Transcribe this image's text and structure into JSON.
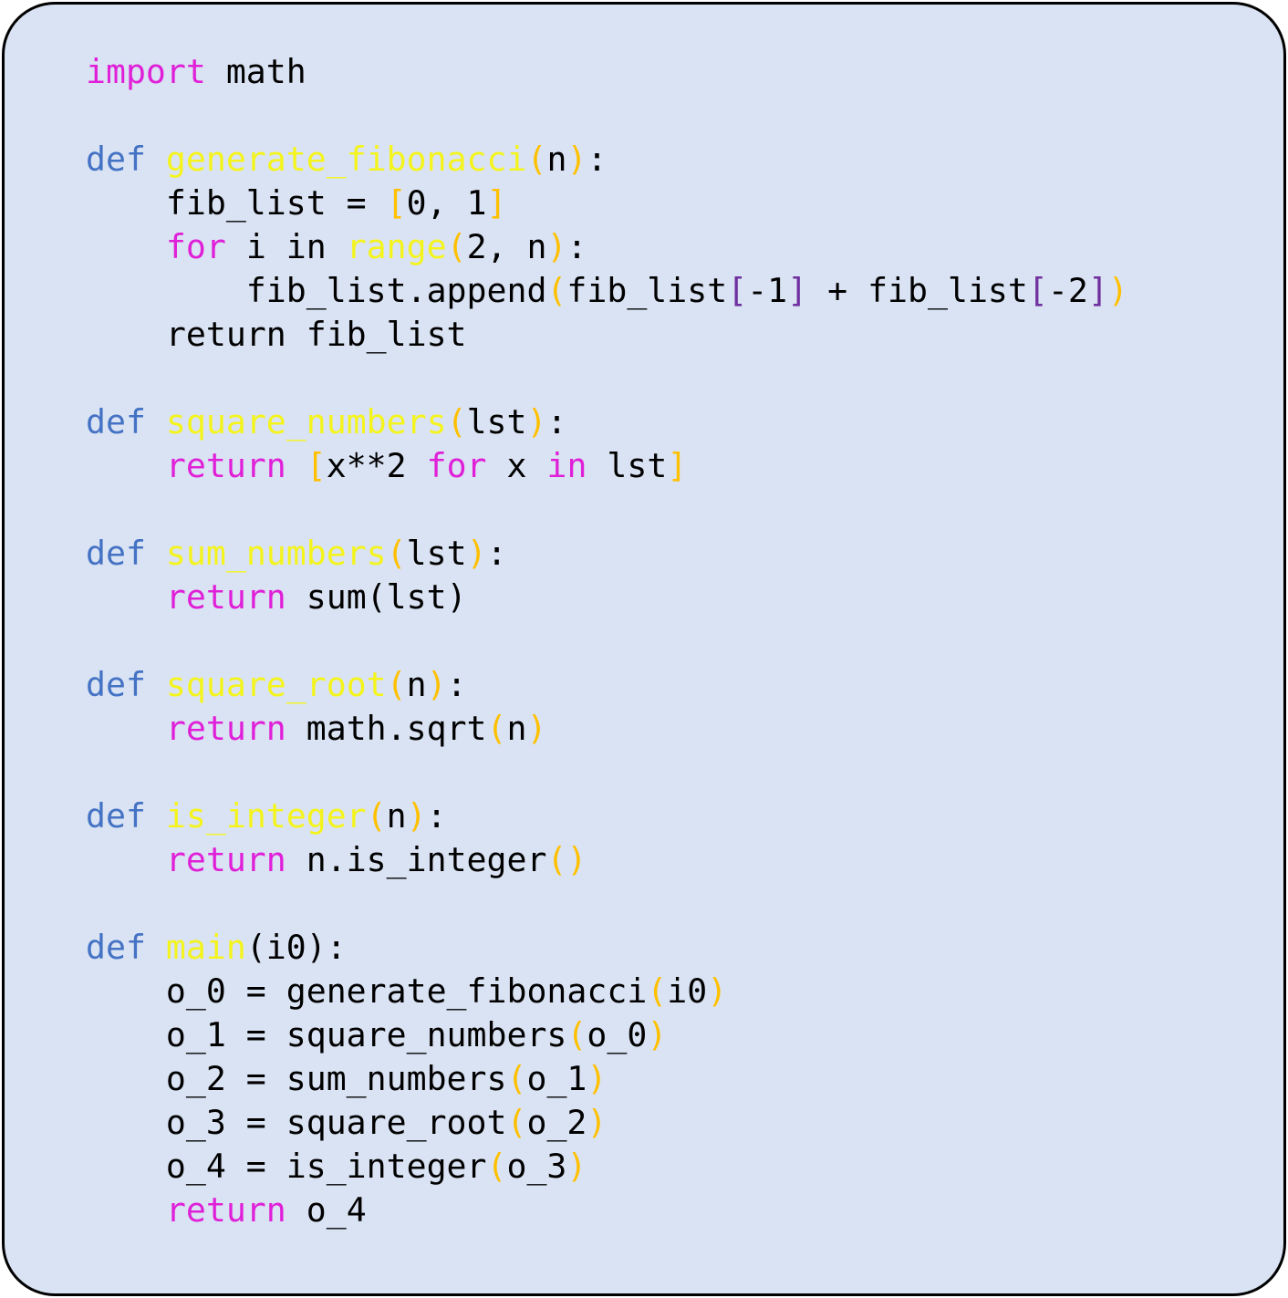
{
  "code_lines": [
    [
      {
        "t": "import",
        "c": "kw"
      },
      {
        "t": " math",
        "c": "pl"
      }
    ],
    [],
    [
      {
        "t": "def",
        "c": "def"
      },
      {
        "t": " ",
        "c": "pl"
      },
      {
        "t": "generate_fibonacci",
        "c": "fn"
      },
      {
        "t": "(",
        "c": "p1"
      },
      {
        "t": "n",
        "c": "pl"
      },
      {
        "t": ")",
        "c": "p1"
      },
      {
        "t": ":",
        "c": "pl"
      }
    ],
    [
      {
        "t": "    fib_list = ",
        "c": "pl"
      },
      {
        "t": "[",
        "c": "p1"
      },
      {
        "t": "0, 1",
        "c": "pl"
      },
      {
        "t": "]",
        "c": "p1"
      }
    ],
    [
      {
        "t": "    ",
        "c": "pl"
      },
      {
        "t": "for",
        "c": "kw"
      },
      {
        "t": " i in ",
        "c": "pl"
      },
      {
        "t": "range",
        "c": "fn"
      },
      {
        "t": "(",
        "c": "p1"
      },
      {
        "t": "2, n",
        "c": "pl"
      },
      {
        "t": ")",
        "c": "p1"
      },
      {
        "t": ":",
        "c": "pl"
      }
    ],
    [
      {
        "t": "        fib_list.append",
        "c": "pl"
      },
      {
        "t": "(",
        "c": "p1"
      },
      {
        "t": "fib_list",
        "c": "pl"
      },
      {
        "t": "[",
        "c": "p2"
      },
      {
        "t": "-1",
        "c": "pl"
      },
      {
        "t": "]",
        "c": "p2"
      },
      {
        "t": " + fib_list",
        "c": "pl"
      },
      {
        "t": "[",
        "c": "p2"
      },
      {
        "t": "-2",
        "c": "pl"
      },
      {
        "t": "]",
        "c": "p2"
      },
      {
        "t": ")",
        "c": "p1"
      }
    ],
    [
      {
        "t": "    return fib_list",
        "c": "pl"
      }
    ],
    [],
    [
      {
        "t": "def",
        "c": "def"
      },
      {
        "t": " ",
        "c": "pl"
      },
      {
        "t": "square_numbers",
        "c": "fn"
      },
      {
        "t": "(",
        "c": "p1"
      },
      {
        "t": "lst",
        "c": "pl"
      },
      {
        "t": ")",
        "c": "p1"
      },
      {
        "t": ":",
        "c": "pl"
      }
    ],
    [
      {
        "t": "    ",
        "c": "pl"
      },
      {
        "t": "return",
        "c": "kw"
      },
      {
        "t": " ",
        "c": "pl"
      },
      {
        "t": "[",
        "c": "p1"
      },
      {
        "t": "x**2 ",
        "c": "pl"
      },
      {
        "t": "for",
        "c": "kw"
      },
      {
        "t": " x ",
        "c": "pl"
      },
      {
        "t": "in",
        "c": "kw"
      },
      {
        "t": " lst",
        "c": "pl"
      },
      {
        "t": "]",
        "c": "p1"
      }
    ],
    [],
    [
      {
        "t": "def",
        "c": "def"
      },
      {
        "t": " ",
        "c": "pl"
      },
      {
        "t": "sum_numbers",
        "c": "fn"
      },
      {
        "t": "(",
        "c": "p1"
      },
      {
        "t": "lst",
        "c": "pl"
      },
      {
        "t": ")",
        "c": "p1"
      },
      {
        "t": ":",
        "c": "pl"
      }
    ],
    [
      {
        "t": "    ",
        "c": "pl"
      },
      {
        "t": "return",
        "c": "kw"
      },
      {
        "t": " sum(lst)",
        "c": "pl"
      }
    ],
    [],
    [
      {
        "t": "def",
        "c": "def"
      },
      {
        "t": " ",
        "c": "pl"
      },
      {
        "t": "square_root",
        "c": "fn"
      },
      {
        "t": "(",
        "c": "p1"
      },
      {
        "t": "n",
        "c": "pl"
      },
      {
        "t": ")",
        "c": "p1"
      },
      {
        "t": ":",
        "c": "pl"
      }
    ],
    [
      {
        "t": "    ",
        "c": "pl"
      },
      {
        "t": "return",
        "c": "kw"
      },
      {
        "t": " math.sqrt",
        "c": "pl"
      },
      {
        "t": "(",
        "c": "p1"
      },
      {
        "t": "n",
        "c": "pl"
      },
      {
        "t": ")",
        "c": "p1"
      }
    ],
    [],
    [
      {
        "t": "def",
        "c": "def"
      },
      {
        "t": " ",
        "c": "pl"
      },
      {
        "t": "is_integer",
        "c": "fn"
      },
      {
        "t": "(",
        "c": "p1"
      },
      {
        "t": "n",
        "c": "pl"
      },
      {
        "t": ")",
        "c": "p1"
      },
      {
        "t": ":",
        "c": "pl"
      }
    ],
    [
      {
        "t": "    ",
        "c": "pl"
      },
      {
        "t": "return",
        "c": "kw"
      },
      {
        "t": " n.is_integer",
        "c": "pl"
      },
      {
        "t": "()",
        "c": "p1"
      }
    ],
    [],
    [
      {
        "t": "def",
        "c": "def"
      },
      {
        "t": " ",
        "c": "pl"
      },
      {
        "t": "main",
        "c": "fn"
      },
      {
        "t": "(i0):",
        "c": "pl"
      }
    ],
    [
      {
        "t": "    o_0 = generate_fibonacci",
        "c": "pl"
      },
      {
        "t": "(",
        "c": "p1"
      },
      {
        "t": "i0",
        "c": "pl"
      },
      {
        "t": ")",
        "c": "p1"
      }
    ],
    [
      {
        "t": "    o_1 = square_numbers",
        "c": "pl"
      },
      {
        "t": "(",
        "c": "p1"
      },
      {
        "t": "o_0",
        "c": "pl"
      },
      {
        "t": ")",
        "c": "p1"
      }
    ],
    [
      {
        "t": "    o_2 = sum_numbers",
        "c": "pl"
      },
      {
        "t": "(",
        "c": "p1"
      },
      {
        "t": "o_1",
        "c": "pl"
      },
      {
        "t": ")",
        "c": "p1"
      }
    ],
    [
      {
        "t": "    o_3 = square_root",
        "c": "pl"
      },
      {
        "t": "(",
        "c": "p1"
      },
      {
        "t": "o_2",
        "c": "pl"
      },
      {
        "t": ")",
        "c": "p1"
      }
    ],
    [
      {
        "t": "    o_4 = is_integer",
        "c": "pl"
      },
      {
        "t": "(",
        "c": "p1"
      },
      {
        "t": "o_3",
        "c": "pl"
      },
      {
        "t": ")",
        "c": "p1"
      }
    ],
    [
      {
        "t": "    ",
        "c": "pl"
      },
      {
        "t": "return",
        "c": "kw"
      },
      {
        "t": " o_4",
        "c": "pl"
      }
    ]
  ],
  "colors": {
    "background": "#dae3f3",
    "border": "#000000",
    "keyword": "#e020d8",
    "def_keyword": "#4472c4",
    "function_name": "#f4f41c",
    "bracket_outer": "#ffc000",
    "bracket_inner": "#7030a0",
    "plain": "#000000"
  }
}
